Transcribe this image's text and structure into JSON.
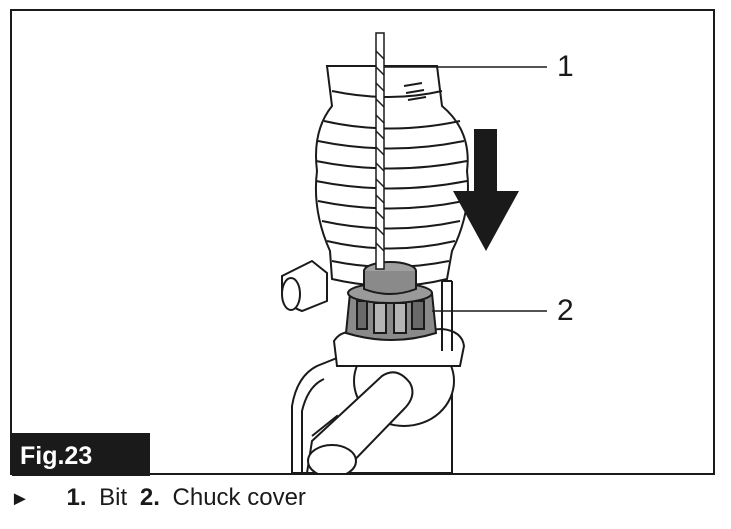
{
  "figure": {
    "label": "Fig.23",
    "callouts": [
      {
        "number": "1",
        "target": "bit"
      },
      {
        "number": "2",
        "target": "chuck-cover"
      }
    ],
    "direction_arrow": "down"
  },
  "caption": {
    "marker": "►",
    "items": [
      {
        "number": "1.",
        "text": "Bit"
      },
      {
        "number": "2.",
        "text": "Chuck cover"
      }
    ]
  }
}
